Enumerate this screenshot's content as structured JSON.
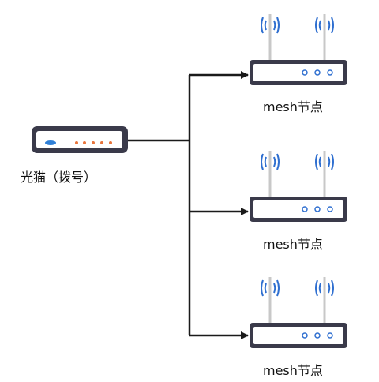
{
  "modem": {
    "label": "光猫（拨号）"
  },
  "mesh_nodes": [
    {
      "label": "mesh节点"
    },
    {
      "label": "mesh节点"
    },
    {
      "label": "mesh节点"
    }
  ],
  "colors": {
    "device_body": "#3a3a4a",
    "device_face": "#ffffff",
    "modem_power_led": "#2f7fd6",
    "modem_leds": "#e8743b",
    "node_leds": "#2f6fd0",
    "wifi_signal": "#2f6fd0",
    "antenna": "#c8c8c8",
    "connector": "#1a1a1a"
  },
  "icons": {
    "modem": "modem-icon",
    "mesh_node": "router-icon",
    "signal": "wifi-signal-icon"
  }
}
